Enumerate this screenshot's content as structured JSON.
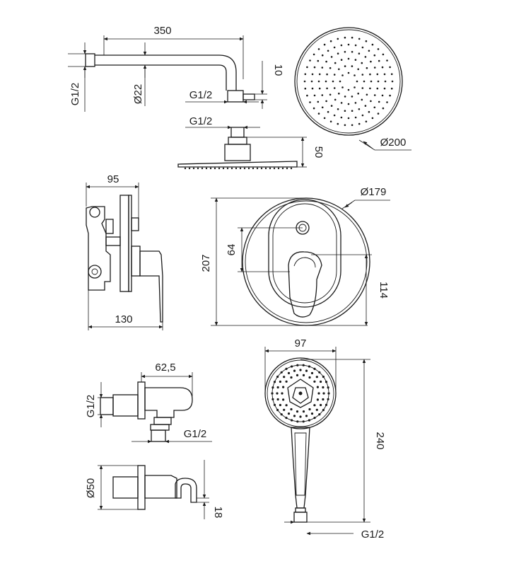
{
  "diagram": {
    "shower_arm": {
      "length": "350",
      "thread_left": "G1/2",
      "diameter": "Ø22",
      "drop": "10",
      "thread_end": "G1/2"
    },
    "rain_head_side": {
      "thread": "G1/2",
      "height": "50"
    },
    "rain_head_top": {
      "diameter": "Ø200"
    },
    "mixer_side": {
      "top_width": "95",
      "bottom_width": "130"
    },
    "mixer_front": {
      "plate_diameter": "Ø179",
      "total_height": "207",
      "spacing": "64",
      "lever_height": "114"
    },
    "wall_outlet_top": {
      "thread_left": "G1/2",
      "length": "62,5",
      "thread_bottom": "G1/2"
    },
    "wall_outlet_bottom": {
      "diameter": "Ø50",
      "offset": "18"
    },
    "hand_shower": {
      "head_width": "97",
      "length": "240",
      "thread": "G1/2"
    }
  }
}
